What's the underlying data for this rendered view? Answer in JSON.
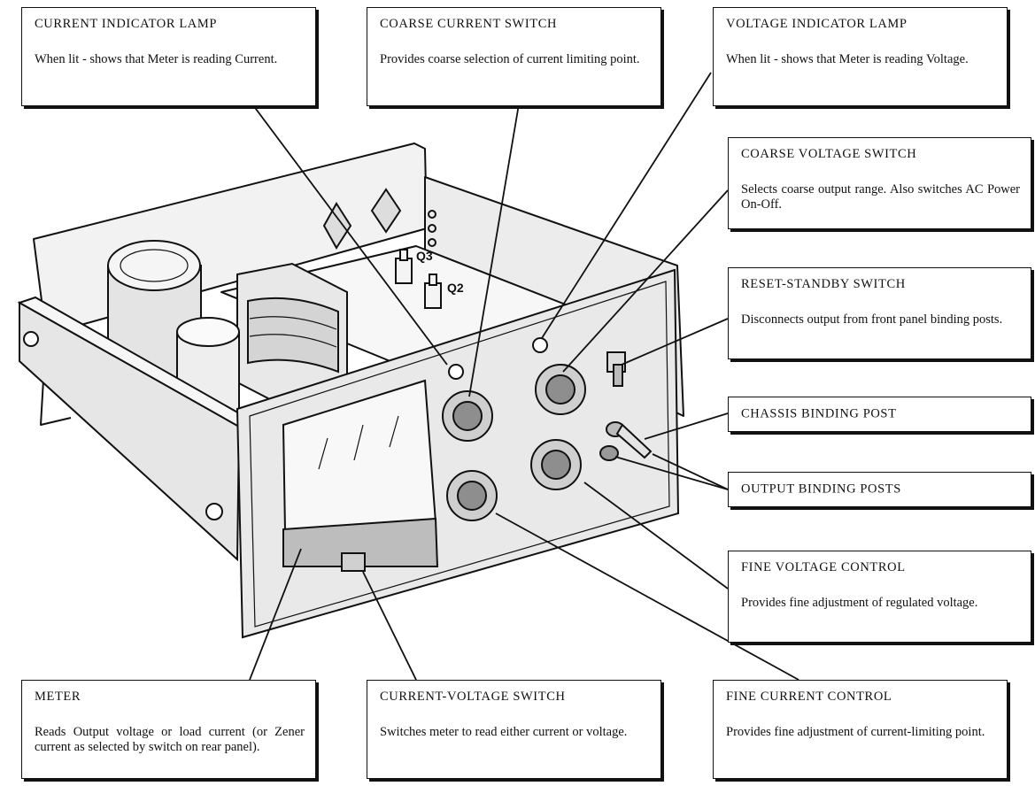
{
  "callouts": {
    "current_indicator_lamp": {
      "title": "CURRENT INDICATOR LAMP",
      "desc": "When lit - shows that Meter is reading Current."
    },
    "coarse_current_switch": {
      "title": "COARSE CURRENT SWITCH",
      "desc": "Provides coarse selection of current limiting point."
    },
    "voltage_indicator_lamp": {
      "title": "VOLTAGE INDICATOR LAMP",
      "desc": "When lit - shows that Meter is reading Voltage."
    },
    "coarse_voltage_switch": {
      "title": "COARSE VOLTAGE SWITCH",
      "desc": "Selects coarse output range. Also switches AC Power On-Off."
    },
    "reset_standby_switch": {
      "title": "RESET-STANDBY SWITCH",
      "desc": "Disconnects output from front panel binding posts."
    },
    "chassis_binding_post": {
      "title": "CHASSIS BINDING POST"
    },
    "output_binding_posts": {
      "title": "OUTPUT BINDING POSTS"
    },
    "fine_voltage_control": {
      "title": "FINE VOLTAGE CONTROL",
      "desc": "Provides fine adjustment of regulated voltage."
    },
    "meter": {
      "title": "METER",
      "desc": "Reads Output voltage or load current (or Zener current as selected by switch on rear panel)."
    },
    "current_voltage_switch": {
      "title": "CURRENT-VOLTAGE SWITCH",
      "desc": "Switches meter to read either current or voltage."
    },
    "fine_current_control": {
      "title": "FINE CURRENT CONTROL",
      "desc": "Provides fine adjustment of current-limiting point."
    }
  },
  "part_labels": {
    "q3": "Q3",
    "q2": "Q2"
  }
}
